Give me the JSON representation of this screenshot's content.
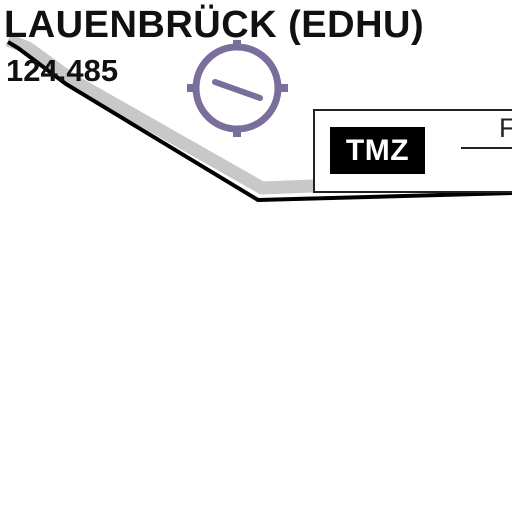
{
  "airfield": {
    "name": "LAUENBRÜCK (EDHU)",
    "frequency": "124.485",
    "symbol_icon": "airfield-symbol-icon",
    "symbol_color": "#7a6e9c"
  },
  "boundary": {
    "line_color": "#000000",
    "buffer_color": "#c8c8c8"
  },
  "tmz": {
    "label": "TMZ",
    "upper_limit": "F",
    "lower_limit": "",
    "badge_color": "#000000"
  }
}
